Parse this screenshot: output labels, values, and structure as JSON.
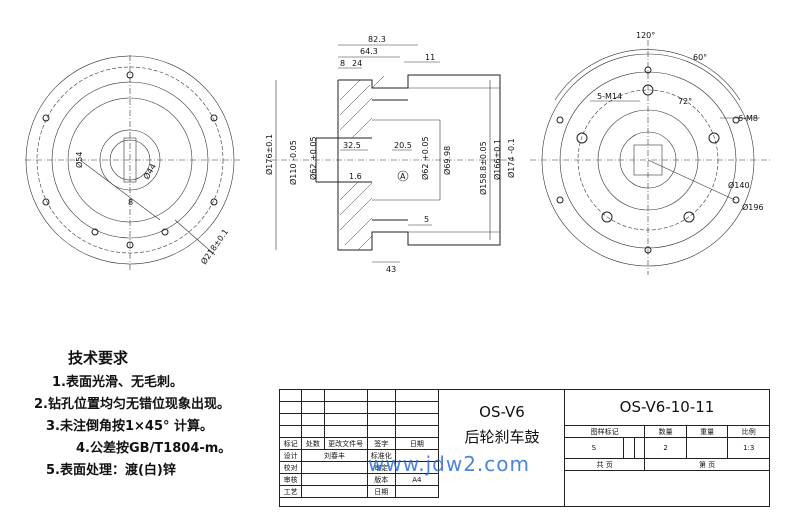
{
  "left_view": {
    "labels": {
      "d54": "Ø54",
      "d44": "Ø44",
      "d8": "8",
      "d218": "Ø218±0.1"
    }
  },
  "section_view": {
    "dims": {
      "w82_3": "82.3",
      "w64_3": "64.3",
      "w8": "8",
      "w24": "24",
      "w11": "11",
      "d176": "Ø176±0.1",
      "d110": "Ø110 -0.05",
      "d62a": "Ø62 +0.05",
      "w32_5": "32.5",
      "w20_5": "20.5",
      "d62b": "Ø62 +0.05",
      "d69_98": "Ø69.98",
      "d158_8": "Ø158.8±0.05",
      "d166": "Ø166±0.1",
      "d174": "Ø174 -0.1",
      "w5": "5",
      "w43": "43",
      "r1_6": "1.6",
      "markA": "A"
    }
  },
  "right_view": {
    "labels": {
      "a120": "120°",
      "a60": "60°",
      "a72": "72°",
      "m14": "5-M14",
      "m8": "6-M8",
      "d140": "Ø140",
      "d196": "Ø196"
    }
  },
  "notes": {
    "title": "技术要求",
    "items": [
      "1.表面光滑、无毛刺。",
      "2.钻孔位置均匀无错位现象出现。",
      "3.未注倒角按1×45° 计算。",
      "4.公差按GB/T1804-m。",
      "5.表面处理：渡(白)锌"
    ]
  },
  "title_block": {
    "rev_headers": [
      "标记",
      "处数",
      "更改文件号",
      "签字",
      "日期"
    ],
    "rows": [
      {
        "label": "设计",
        "name": "刘春丰",
        "label2": "标准化"
      },
      {
        "label": "校对",
        "name": "",
        "label2": "审定"
      },
      {
        "label": "审核",
        "name": "",
        "label2": "版本",
        "value2": "A4"
      },
      {
        "label": "工艺",
        "name": "",
        "label2": "日期"
      }
    ],
    "part_code": "OS-V6",
    "part_name": "后轮刹车鼓",
    "drawing_no": "OS-V6-10-11",
    "info_headers": [
      "图样标记",
      "数量",
      "重量",
      "比例"
    ],
    "info_values": [
      "S",
      "2",
      "",
      "1:3"
    ],
    "sheets_total": "共  页",
    "sheet_no": "第  页"
  },
  "watermark": "www.jdw2.com"
}
